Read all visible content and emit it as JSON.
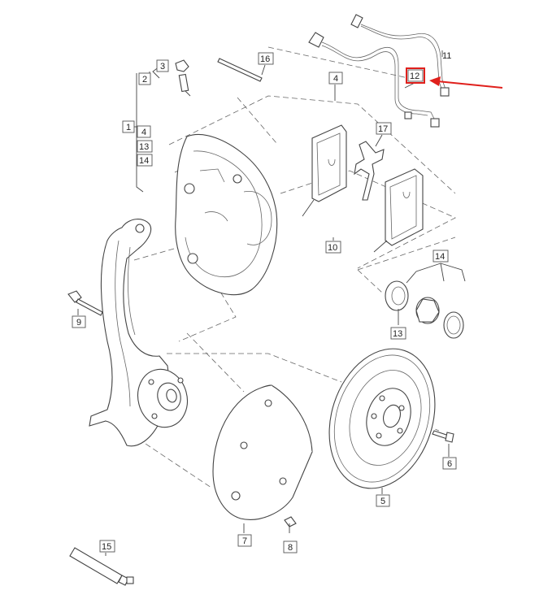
{
  "diagram": {
    "callouts": [
      {
        "id": "c1",
        "text": "1"
      },
      {
        "id": "c2",
        "text": "2"
      },
      {
        "id": "c3",
        "text": "3"
      },
      {
        "id": "c4a",
        "text": "4"
      },
      {
        "id": "c4b",
        "text": "4"
      },
      {
        "id": "c5",
        "text": "5"
      },
      {
        "id": "c6",
        "text": "6"
      },
      {
        "id": "c7",
        "text": "7"
      },
      {
        "id": "c8",
        "text": "8"
      },
      {
        "id": "c9",
        "text": "9"
      },
      {
        "id": "c10",
        "text": "10"
      },
      {
        "id": "c11",
        "text": "11"
      },
      {
        "id": "c12",
        "text": "12"
      },
      {
        "id": "c13a",
        "text": "13"
      },
      {
        "id": "c13b",
        "text": "13"
      },
      {
        "id": "c14a",
        "text": "14"
      },
      {
        "id": "c14b",
        "text": "14"
      },
      {
        "id": "c15",
        "text": "15"
      },
      {
        "id": "c16",
        "text": "16"
      },
      {
        "id": "c17",
        "text": "17"
      }
    ],
    "highlight": {
      "callout": "12",
      "color": "#e0201c"
    }
  }
}
